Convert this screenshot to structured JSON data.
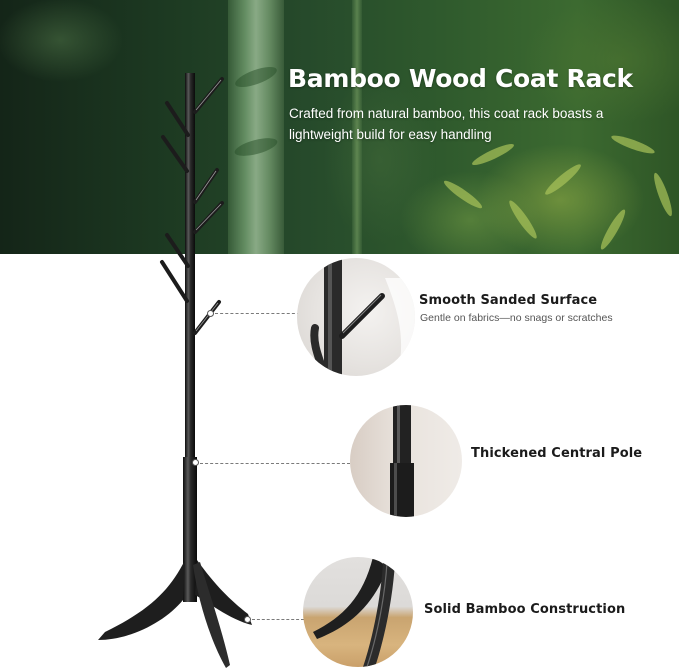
{
  "banner": {
    "title": "Bamboo Wood Coat Rack",
    "subtitle": "Crafted from natural bamboo, this coat rack boasts a lightweight build for easy handling",
    "background": "bamboo-forest-photo",
    "colors": {
      "dark_green": "#1d3a22",
      "mid_green": "#3c6a30",
      "text": "#ffffff"
    }
  },
  "product": {
    "name": "coat-rack",
    "color": "#1e1e1e",
    "hooks": 8,
    "legs": 3
  },
  "features": [
    {
      "title": "Smooth Sanded Surface",
      "description": "Gentle on fabrics—no snags or scratches",
      "image": "hook-closeup"
    },
    {
      "title": "Thickened Central Pole",
      "description": "",
      "image": "pole-joint-closeup"
    },
    {
      "title": "Solid Bamboo Construction",
      "description": "",
      "image": "base-legs-closeup"
    }
  ]
}
